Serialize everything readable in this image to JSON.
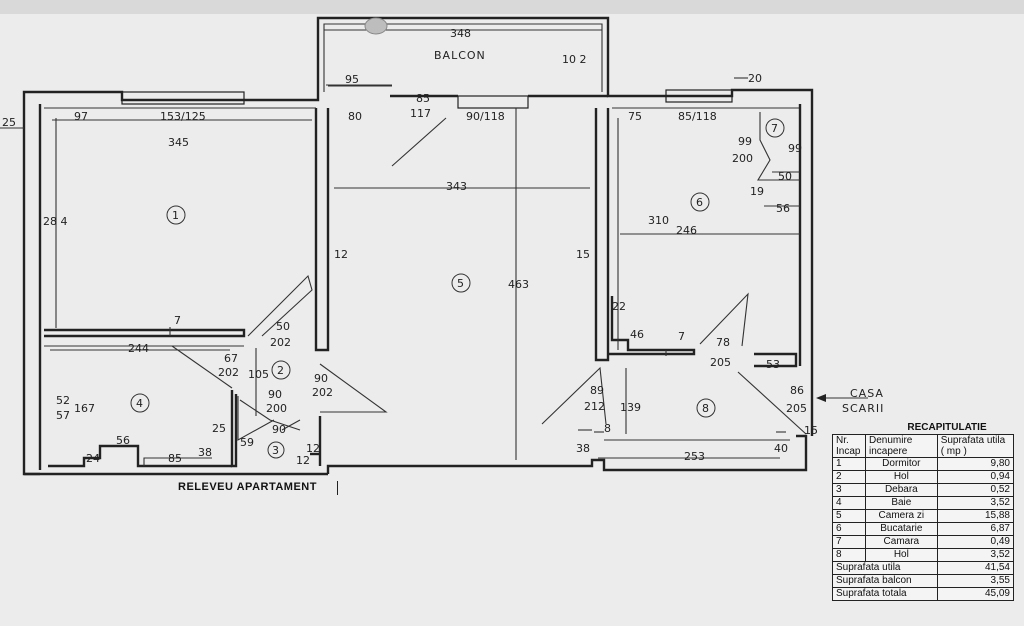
{
  "plan": {
    "title": "RELEVEU APARTAMENT",
    "balcony_label": "BALCON",
    "stair_label_1": "CASA",
    "stair_label_2": "SCARII",
    "room_numbers": [
      "1",
      "2",
      "3",
      "4",
      "5",
      "6",
      "7",
      "8"
    ],
    "dimensions": {
      "balcony_width": "348",
      "balcony_depth": "10 2",
      "balcony_left": "95",
      "outer_left": "25",
      "outer_right": "20",
      "r1_97": "97",
      "r1_window": "153/125",
      "r1_width": "345",
      "r1_height": "28 4",
      "r5_80": "80",
      "r5_door": "85",
      "r5_door_h": "117",
      "r5_window": "90/118",
      "r5_width": "343",
      "r5_12": "12",
      "r5_length": "463",
      "r6_75": "75",
      "r6_window": "85/118",
      "r7_door_w": "99",
      "r7_door_h": "200",
      "r7_99": "99",
      "r7_50": "50",
      "r7_19": "19",
      "r6_56": "56",
      "r6_310": "310",
      "r6_246": "246",
      "r6_15": "15",
      "r6_22": "22",
      "r6_46": "46",
      "r6_7": "7",
      "r6_door_w": "78",
      "r6_door_h": "205",
      "r6_53": "53",
      "r4_7": "7",
      "r4_width": "244",
      "r2_door_w": "50",
      "r2_door_h": "202",
      "r4_door_w": "67",
      "r4_door_h": "202",
      "r2_105": "105",
      "r4_52": "52",
      "r4_57": "57",
      "r4_167": "167",
      "r4_56": "56",
      "r4_24": "24",
      "r4_85": "85",
      "r4_38": "38",
      "r4_25": "25",
      "r3_59": "59",
      "r3_door_w": "90",
      "r3_door_h": "200",
      "r3_90": "90",
      "r3_door2_w": "90",
      "r3_door2_h": "202",
      "r3_12a": "12",
      "r3_12b": "12",
      "r8_door_w": "89",
      "r8_door_h": "212",
      "r8_139": "139",
      "r8_8": "8",
      "r8_38": "38",
      "r8_253": "253",
      "r8_40": "40",
      "r8_15": "15",
      "entry_door_w": "86",
      "entry_door_h": "205"
    }
  },
  "recap": {
    "title": "RECAPITULATIE",
    "headers": [
      "Nr. Incap",
      "Denumire incapere",
      "Suprafata utila ( mp )"
    ],
    "rows": [
      {
        "nr": "1",
        "name": "Dormitor",
        "area": "9,80"
      },
      {
        "nr": "2",
        "name": "Hol",
        "area": "0,94"
      },
      {
        "nr": "3",
        "name": "Debara",
        "area": "0,52"
      },
      {
        "nr": "4",
        "name": "Baie",
        "area": "3,52"
      },
      {
        "nr": "5",
        "name": "Camera zi",
        "area": "15,88"
      },
      {
        "nr": "6",
        "name": "Bucatarie",
        "area": "6,87"
      },
      {
        "nr": "7",
        "name": "Camara",
        "area": "0,49"
      },
      {
        "nr": "8",
        "name": "Hol",
        "area": "3,52"
      }
    ],
    "totals": [
      {
        "label": "Suprafata utila",
        "value": "41,54"
      },
      {
        "label": "Suprafata balcon",
        "value": "3,55"
      },
      {
        "label": "Suprafata totala",
        "value": "45,09"
      }
    ]
  }
}
